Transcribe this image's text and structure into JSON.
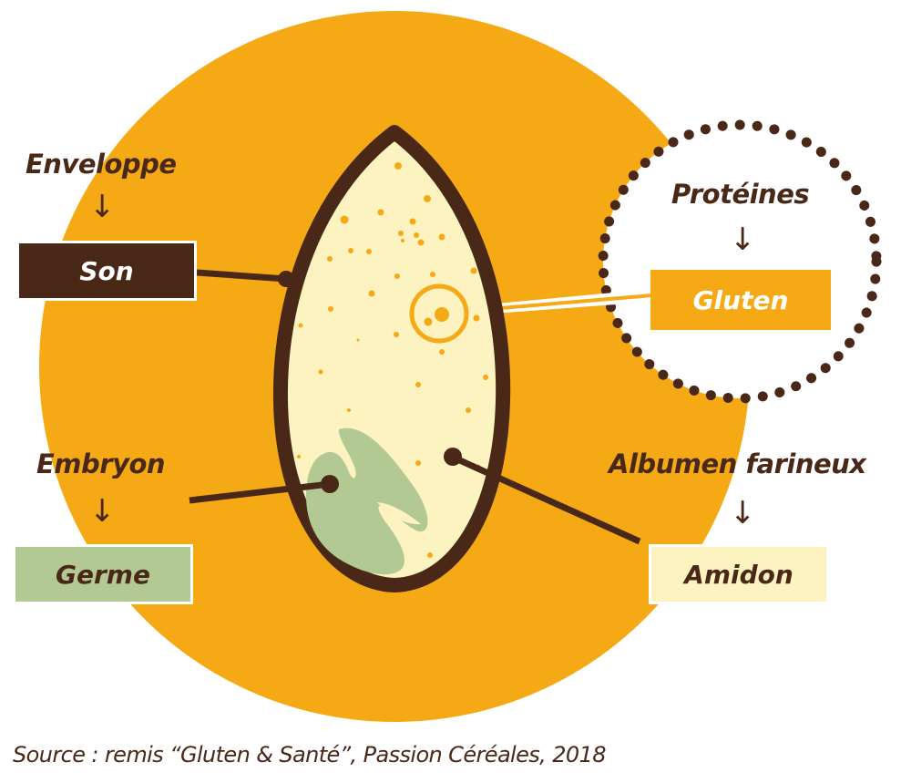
{
  "colors": {
    "orange": "#f5aa15",
    "brown": "#4a2818",
    "cream": "#fdf3c0",
    "green": "#b2c994",
    "white": "#ffffff"
  },
  "labels": {
    "enveloppe": {
      "category": "Enveloppe",
      "arrow": "↓",
      "name": "Son"
    },
    "proteines": {
      "category": "Protéines",
      "arrow": "↓",
      "name": "Gluten"
    },
    "embryon": {
      "category": "Embryon",
      "arrow": "↓",
      "name": "Germe"
    },
    "albumen": {
      "category": "Albumen farineux",
      "arrow": "↓",
      "name": "Amidon"
    }
  },
  "source": "Source : remis “Gluten & Santé”, Passion Céréales, 2018"
}
